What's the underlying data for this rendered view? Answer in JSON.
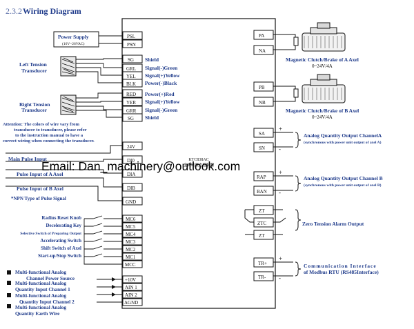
{
  "heading": {
    "number": "2.3.2",
    "title": "Wiring Diagram"
  },
  "power_supply": {
    "label": "Power Supply",
    "sub": "(16V~26VAC)",
    "terminals": [
      "PSL",
      "PSN"
    ]
  },
  "left_transducer": {
    "label_1": "Left Tension",
    "label_2": "Transducer",
    "pins": [
      "SG",
      "GRL",
      "YEL",
      "BLK"
    ],
    "signals": [
      "Shield",
      "Signal(-)Green",
      "Signal(+)Yellow",
      "Power(-)Black"
    ]
  },
  "right_transducer": {
    "label_1": "Right Tension",
    "label_2": "Transducer",
    "pins": [
      "RED",
      "YER",
      "GRR",
      "SG"
    ],
    "signals": [
      "Power(+)Red",
      "Signal(+)Yellow",
      "Signal(-)Green",
      "Shield"
    ]
  },
  "attention": [
    "Attention: The colors of wire vary from",
    "transducer to transducer, please refer",
    "to the instruction manual to have a",
    "correct wiring when connecting the transducer."
  ],
  "pulse_inputs": {
    "labels": [
      "Main Pulse Input",
      "Pulse Input of A Axel",
      "Pulse Input of B Axel"
    ],
    "terminals": [
      "24V",
      "DI0",
      "DIA",
      "DIB",
      "GND"
    ],
    "note": "*NPN Type of Pulse Signal"
  },
  "switches": {
    "labels": [
      "Radius Reset Knob",
      "Decelerating Key",
      "Selective Switch of Preparing Output",
      "Accelerating Switch",
      "Shift Switch of Axel",
      "Start-up/Stop Switch"
    ],
    "terminals": [
      "MC6",
      "MC5",
      "MC4",
      "MC3",
      "MC2",
      "MC1",
      "MCC"
    ]
  },
  "analog_inputs": {
    "labels": [
      [
        "Multi-functional Analog",
        "Channel Power Source"
      ],
      [
        "Multi-functional  Analog",
        "Quantity Input Channel 1"
      ],
      [
        "Multi-functional  Analog",
        "Quantity Input Channel 2"
      ],
      [
        "Multi-functional Analog",
        "Quantity Earth Wire"
      ]
    ],
    "terminals": [
      "+10V",
      "AIN 1",
      "AIN 2",
      "AGND"
    ]
  },
  "controller": {
    "model": "KTC838AC",
    "subtitle": "全自动张力控制器"
  },
  "right_side": {
    "clutch_a": {
      "terminals": [
        "PA",
        "NA"
      ],
      "label": "Magnetic Clutch/Brake of A Axel",
      "rating": "0~24V/4A"
    },
    "clutch_b": {
      "terminals": [
        "PB",
        "NB"
      ],
      "label": "Magnetic Clutch/Brake of B Axel",
      "rating": "0~24V/4A"
    },
    "analog_a": {
      "terminals": [
        "SA",
        "SN"
      ],
      "label": "Analog Quantity Output ChannelA",
      "sub": "(synchronous with power unit output of axel A)"
    },
    "analog_b": {
      "terminals": [
        "RAP",
        "BAN"
      ],
      "label": "Analog Quantity Output Channel B",
      "sub": "(synchronous with power unit output of axel B)"
    },
    "alarm": {
      "terminals": [
        "ZT",
        "ZTC",
        "ZT"
      ],
      "label": "Zero Tension Alarm Output"
    },
    "comm": {
      "terminals": [
        "TR+",
        "TR-"
      ],
      "label_1": "Communication  Interface",
      "label_2": "of Modbus RTU (RS485Interface)"
    }
  },
  "watermark": "Email: Dan_machinery@outlook.com"
}
